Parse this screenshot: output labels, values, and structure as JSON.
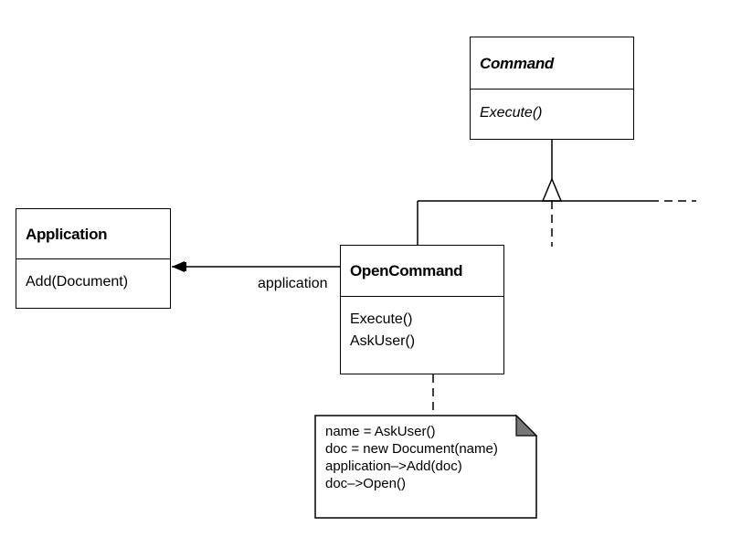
{
  "classes": {
    "command": {
      "name": "Command",
      "operations": [
        "Execute()"
      ]
    },
    "application": {
      "name": "Application",
      "operations": [
        "Add(Document)"
      ]
    },
    "open_command": {
      "name": "OpenCommand",
      "operations": [
        "Execute()",
        "AskUser()"
      ]
    }
  },
  "association": {
    "label": "application"
  },
  "note": {
    "lines": [
      "name = AskUser()",
      "doc = new Document(name)",
      "application–>Add(doc)",
      "doc–>Open()"
    ]
  }
}
